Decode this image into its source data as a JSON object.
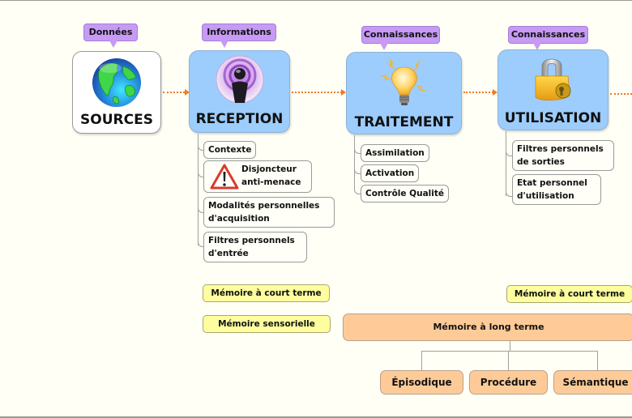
{
  "stages": [
    {
      "callout": "Données",
      "label": "SOURCES",
      "icon": "globe-icon"
    },
    {
      "callout": "Informations",
      "label": "RECEPTION",
      "icon": "podcast-icon"
    },
    {
      "callout": "Connaissances",
      "label": "TRAITEMENT",
      "icon": "lightbulb-icon"
    },
    {
      "callout": "Connaissances",
      "label": "UTILISATION",
      "icon": "padlock-icon"
    }
  ],
  "reception_children": [
    {
      "line1": "Contexte"
    },
    {
      "line1": "Disjoncteur",
      "line2": "anti-menace",
      "icon": "warning-icon"
    },
    {
      "line1": "Modalités personnelles",
      "line2": "d'acquisition"
    },
    {
      "line1": "Filtres personnels",
      "line2": "d'entrée"
    }
  ],
  "traitement_children": [
    {
      "line1": "Assimilation"
    },
    {
      "line1": "Activation"
    },
    {
      "line1": "Contrôle Qualité"
    }
  ],
  "utilisation_children": [
    {
      "line1": "Filtres personnels",
      "line2": "de sorties"
    },
    {
      "line1": "Etat personnel",
      "line2": "d'utilisation"
    }
  ],
  "memory": {
    "short_term_left": "Mémoire à court terme",
    "sensory": "Mémoire sensorielle",
    "short_term_right": "Mémoire à court terme",
    "long_term": "Mémoire à long terme",
    "long_term_types": [
      "Épisodique",
      "Procédure",
      "Sémantique"
    ]
  },
  "colors": {
    "stage_fill": "#9ccdfc",
    "callout_fill": "#c69af5",
    "connector": "#f07a22",
    "short_term_fill": "#fefe9e",
    "long_term_fill": "#fecb98",
    "background": "#fffff5"
  }
}
